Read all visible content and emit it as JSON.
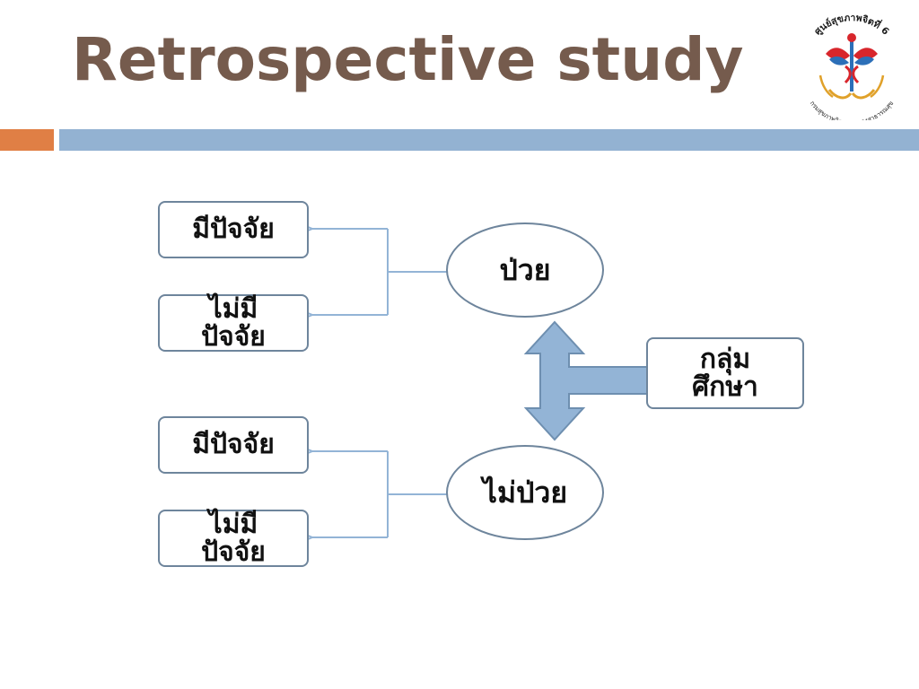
{
  "slide": {
    "title": "Retrospective study",
    "accent_color": "#e07f45",
    "rule_color": "#93b2d2",
    "title_color": "#755b4d"
  },
  "logo": {
    "top_text": "ศูนย์สุขภาพจิตที่ 6",
    "bottom_text": "กรมสุขภาพจิต กระทรวงสาธารณสุข"
  },
  "diagram": {
    "study_group": "กลุ่มศึกษา",
    "sick_label": "ป่วย",
    "not_sick_label": "ไม่ป่วย",
    "upper_has_factor": "มีปัจจัย",
    "upper_no_factor": "ไม่มีปัจจัย",
    "lower_has_factor": "มีปัจจัย",
    "lower_no_factor": "ไม่มีปัจจัย"
  }
}
